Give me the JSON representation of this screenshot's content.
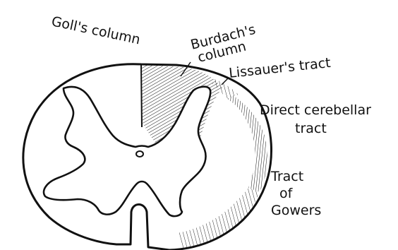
{
  "diagram": {
    "labels": {
      "goll": "Goll's column",
      "burdach_line1": "Burdach's",
      "burdach_line2": "column",
      "lissauer": "Lissauer's tract",
      "direct_cerebellar_line1": "Direct cerebellar",
      "direct_cerebellar_line2": "tract",
      "gowers_line1": "Tract",
      "gowers_line2": "of",
      "gowers_line3": "Gowers"
    },
    "colors": {
      "ink": "#111111",
      "background": "#ffffff"
    }
  }
}
